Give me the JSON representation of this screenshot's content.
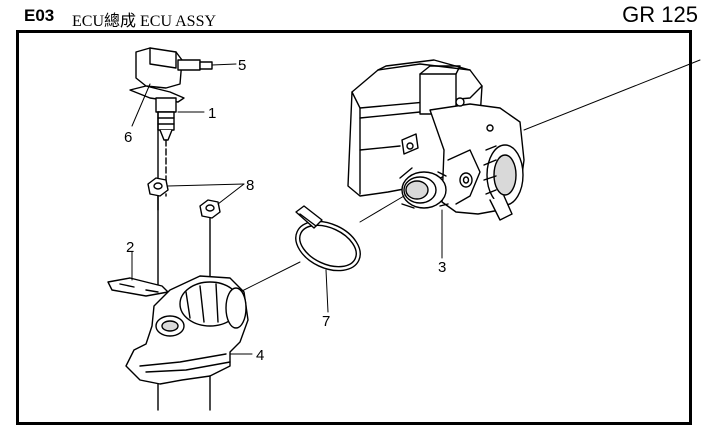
{
  "header": {
    "code": "E03",
    "title": "ECU總成 ECU ASSY",
    "model": "GR 125"
  },
  "callouts": {
    "c1": "1",
    "c2": "2",
    "c3": "3",
    "c4": "4",
    "c5": "5",
    "c6": "6",
    "c7": "7",
    "c8": "8"
  },
  "colors": {
    "line": "#000000",
    "part_fill": "#ffffff",
    "shade": "#d9d9d9"
  }
}
